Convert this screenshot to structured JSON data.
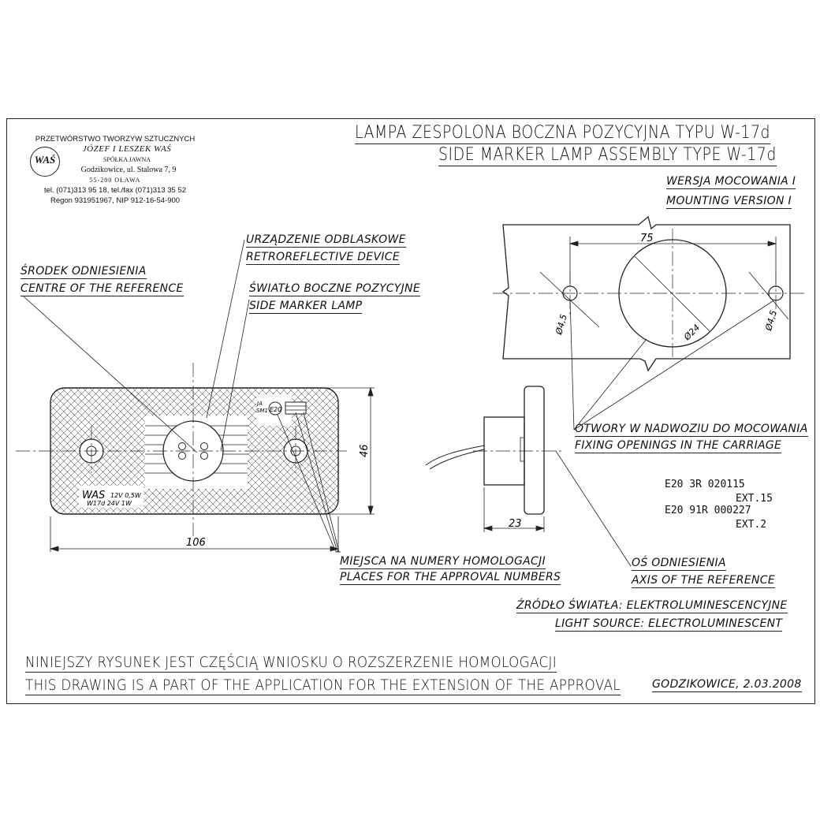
{
  "title": {
    "polish": "LAMPA ZESPOLONA BOCZNA POZYCYJNA TYPU W-17d",
    "english": "SIDE MARKER LAMP ASSEMBLY TYPE W-17d"
  },
  "company": {
    "line1": "PRZETWÓRSTWO TWORZYW SZTUCZNYCH",
    "line2": "JÓZEF I LESZEK WAŚ",
    "line3": "SPÓŁKA JAWNA",
    "line4": "Godzikowice, ul. Stalowa 7, 9",
    "line5": "55-200 OŁAWA",
    "line6": "tel. (071)313 95 18, tel./fax (071)313 35 52",
    "line7": "Regon 931951967, NIP 912-16-54-900",
    "logo_text": "WAŚ"
  },
  "mounting": {
    "polish": "WERSJA MOCOWANIA I",
    "english": "MOUNTING VERSION I"
  },
  "labels": {
    "retro_pl": "URZĄDZENIE ODBLASKOWE",
    "retro_en": "RETROREFLECTIVE DEVICE",
    "centre_pl": "ŚRODEK ODNIESIENIA",
    "centre_en": "CENTRE OF THE REFERENCE",
    "side_pl": "ŚWIATŁO BOCZNE POZYCYJNE",
    "side_en": "SIDE MARKER LAMP",
    "openings_pl": "OTWORY W NADWOZIU DO MOCOWANIA",
    "openings_en": "FIXING OPENINGS IN THE CARRIAGE",
    "places_pl": "MIEJSCA NA NUMERY HOMOLOGACJI",
    "places_en": "PLACES FOR THE APPROVAL NUMBERS",
    "axis_pl": "OŚ ODNIESIENIA",
    "axis_en": "AXIS OF THE REFERENCE",
    "source_pl": "ŹRÓDŁO ŚWIATŁA: ELEKTROLUMINESCENCYJNE",
    "source_en": "LIGHT SOURCE: ELECTROLUMINESCENT"
  },
  "dimensions": {
    "width": "106",
    "height": "46",
    "depth": "23",
    "hole_spacing": "75",
    "hole_dia_left": "Ø4,5",
    "hole_dia_right": "Ø4,5",
    "centre_hole": "Ø24"
  },
  "lamp_marks": {
    "brand": "WAS",
    "spec1": "12V 0,5W",
    "spec2": "W17d 24V 1W",
    "ja": "JA",
    "sm1": "SM1",
    "e20": "E20"
  },
  "approval": {
    "line1": "E20 3R 020115",
    "line2": "EXT.15",
    "line3": "E20 91R 000227",
    "line4": "EXT.2"
  },
  "footer": {
    "polish": "NINIEJSZY RYSUNEK JEST CZĘŚCIĄ WNIOSKU O ROZSZERZENIE HOMOLOGACJI",
    "english": "THIS DRAWING IS A PART OF THE APPLICATION FOR THE EXTENSION OF THE APPROVAL",
    "place_date": "GODZIKOWICE, 2.03.2008"
  }
}
